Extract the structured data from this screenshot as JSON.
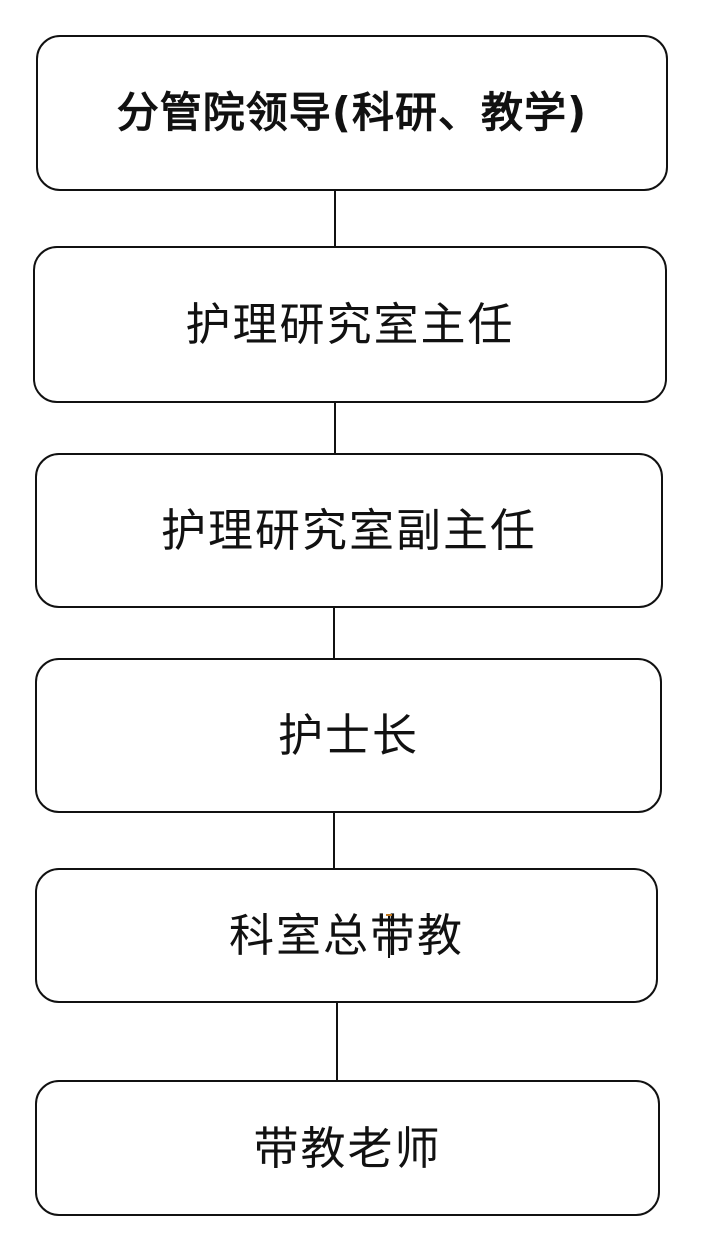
{
  "diagram": {
    "nodes": [
      {
        "label": "分管院领导(科研、教学)"
      },
      {
        "label": "护理研究室主任"
      },
      {
        "label": "护理研究室副主任"
      },
      {
        "label": "护士长"
      },
      {
        "label": "科室总带教"
      },
      {
        "label": "带教老师"
      }
    ]
  }
}
